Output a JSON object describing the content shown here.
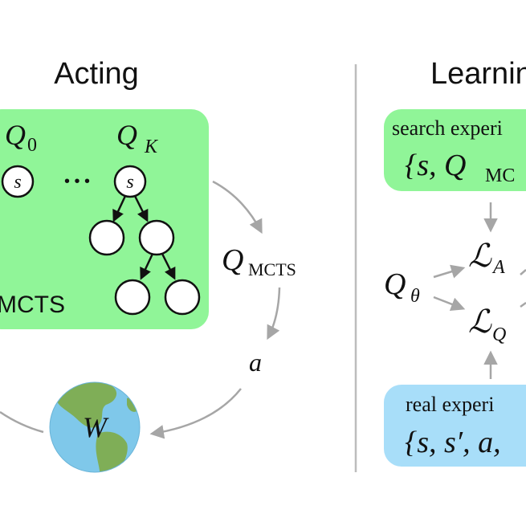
{
  "acting": {
    "title": "Acting",
    "q_first": "Q",
    "q_first_sub": "0",
    "q_last": "Q",
    "q_last_sub": "K",
    "state_label": "s",
    "ellipsis": "• • •",
    "mcts_label": "MCTS",
    "q_mcts": "Q",
    "q_mcts_sub": "MCTS",
    "action": "a",
    "world": "W"
  },
  "learning": {
    "title": "Learning",
    "search_box_line1": "search experi",
    "search_box_line2": "{s, Q",
    "search_box_line2_sub": "MC",
    "loss_a": "ℒ",
    "loss_a_sub": "A",
    "loss_q": "ℒ",
    "loss_q_sub": "Q",
    "q_theta": "Q",
    "q_theta_sub": "θ",
    "real_box_line1": "real experi",
    "real_box_line2": "{s, s′, a,"
  },
  "colors": {
    "green_box": "#90f598",
    "blue_box": "#a8def9",
    "arrow_gray": "#a6a6a6",
    "divider": "#bdbdbd",
    "ocean": "#7fc8ea",
    "land": "#7fae57"
  }
}
